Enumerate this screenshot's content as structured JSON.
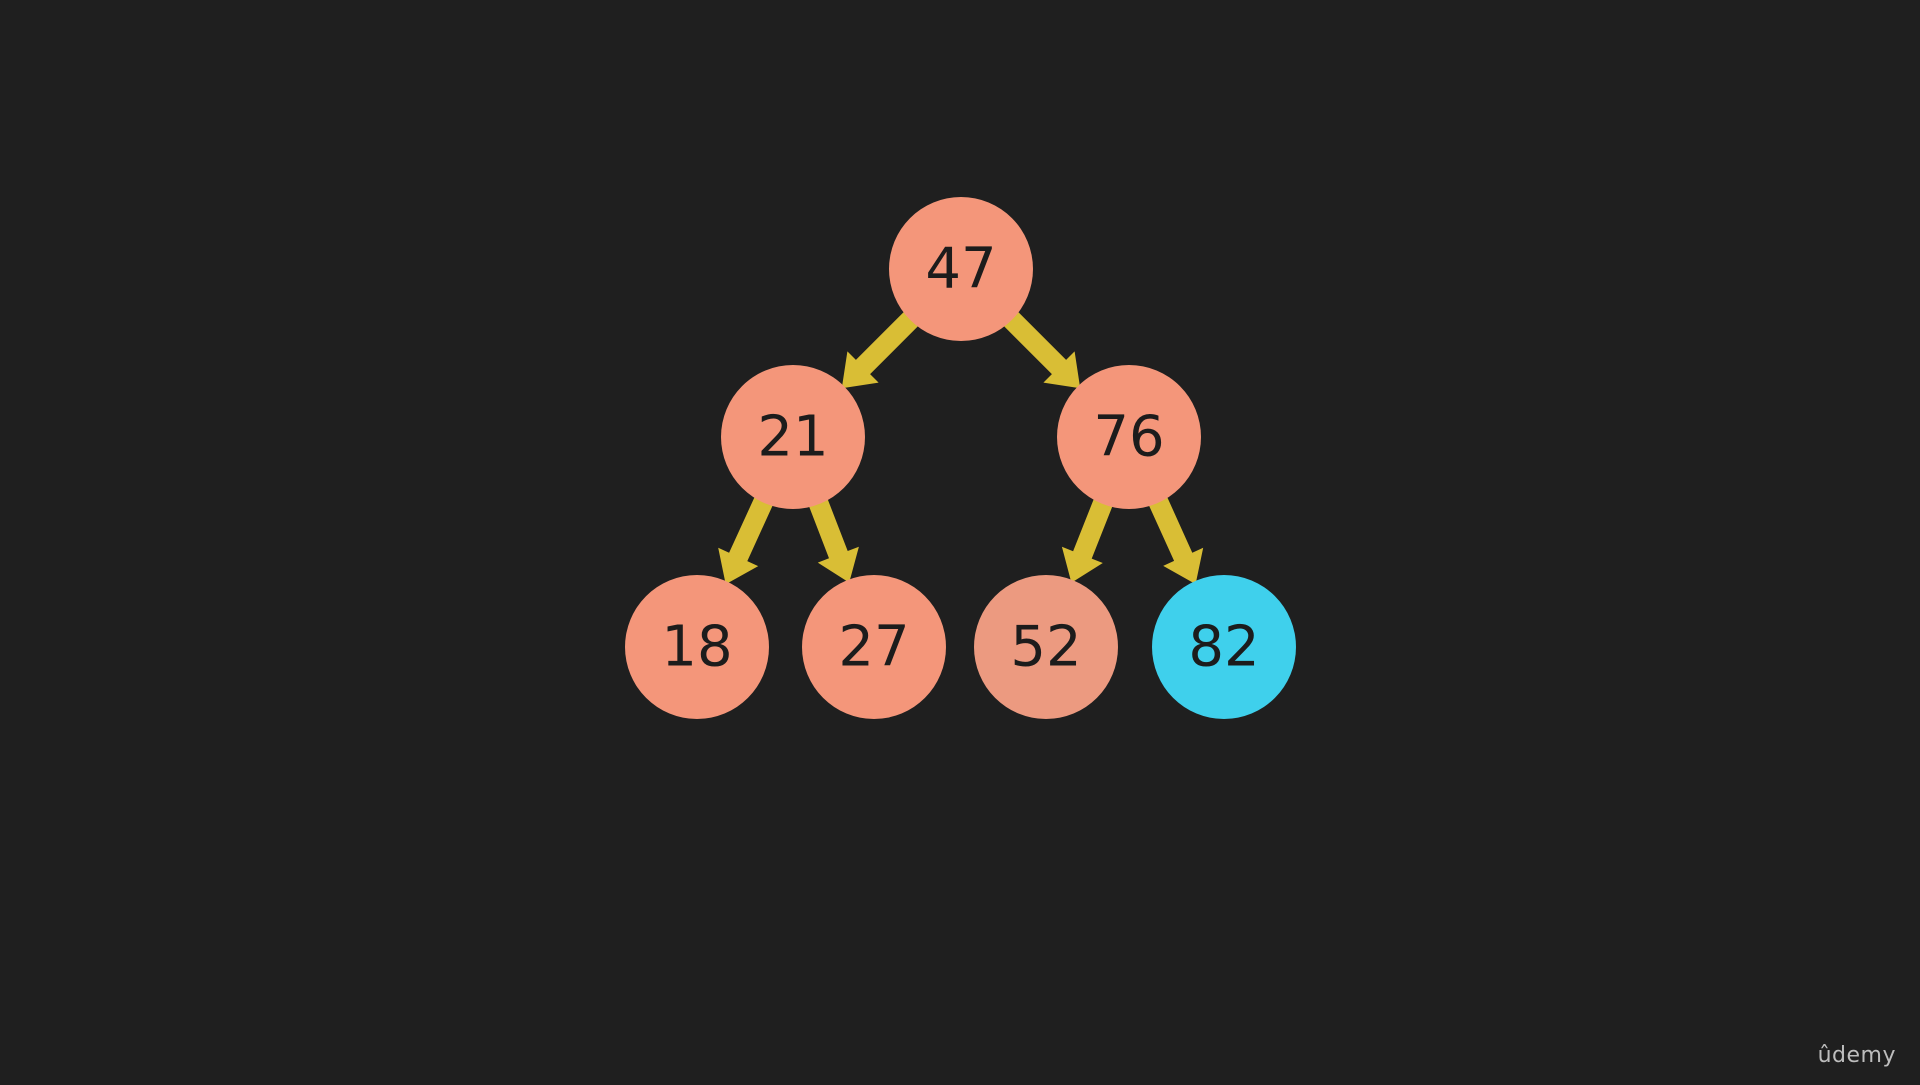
{
  "diagram": {
    "nodes": [
      {
        "id": "n47",
        "label": "47",
        "color": "#f4967a"
      },
      {
        "id": "n21",
        "label": "21",
        "color": "#f4967a"
      },
      {
        "id": "n76",
        "label": "76",
        "color": "#f4967a"
      },
      {
        "id": "n18",
        "label": "18",
        "color": "#f4967a"
      },
      {
        "id": "n27",
        "label": "27",
        "color": "#f4967a"
      },
      {
        "id": "n52",
        "label": "52",
        "color": "#ec9a80"
      },
      {
        "id": "n82",
        "label": "82",
        "color": "#3fd0ec"
      }
    ],
    "edges": [
      {
        "from": "n47",
        "to": "n21"
      },
      {
        "from": "n47",
        "to": "n76"
      },
      {
        "from": "n21",
        "to": "n18"
      },
      {
        "from": "n21",
        "to": "n27"
      },
      {
        "from": "n76",
        "to": "n52"
      },
      {
        "from": "n76",
        "to": "n82"
      }
    ],
    "arrow_color": "#d9be35"
  },
  "watermark": "ûdemy"
}
